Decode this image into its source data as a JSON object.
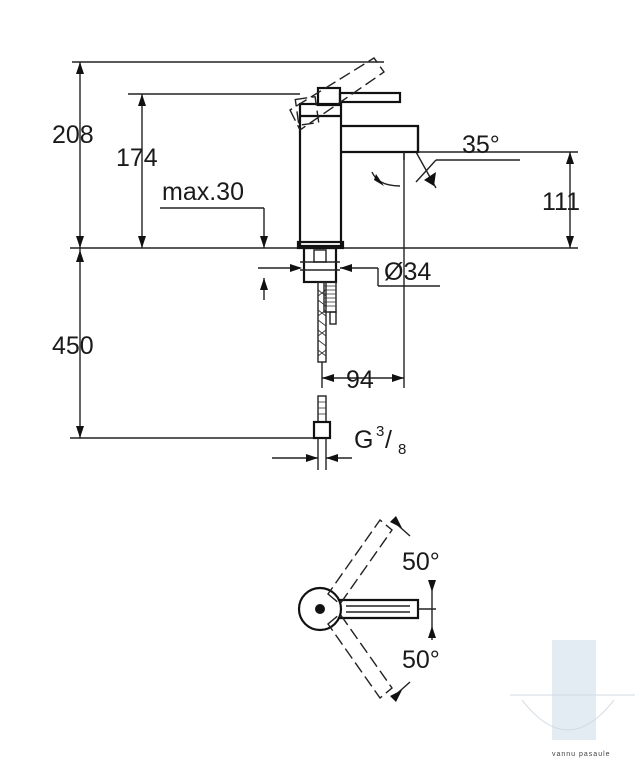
{
  "front_view": {
    "dim_total_height": "208",
    "dim_spout_height": "174",
    "dim_max_deck": "max.30",
    "dim_lever_angle": "35°",
    "dim_outlet_height": "111",
    "dim_base_diameter": "Ø34",
    "dim_hose_length": "450",
    "dim_projection": "94",
    "dim_connection_main": "G",
    "dim_connection_num": "3",
    "dim_connection_sep": "/",
    "dim_connection_den": "8"
  },
  "top_view": {
    "angle_upper": "50°",
    "angle_lower": "50°"
  },
  "watermark": {
    "text": "vannu pasaule",
    "accent_color": "#c9d9ea"
  },
  "colors": {
    "line": "#222222",
    "background": "#ffffff"
  }
}
